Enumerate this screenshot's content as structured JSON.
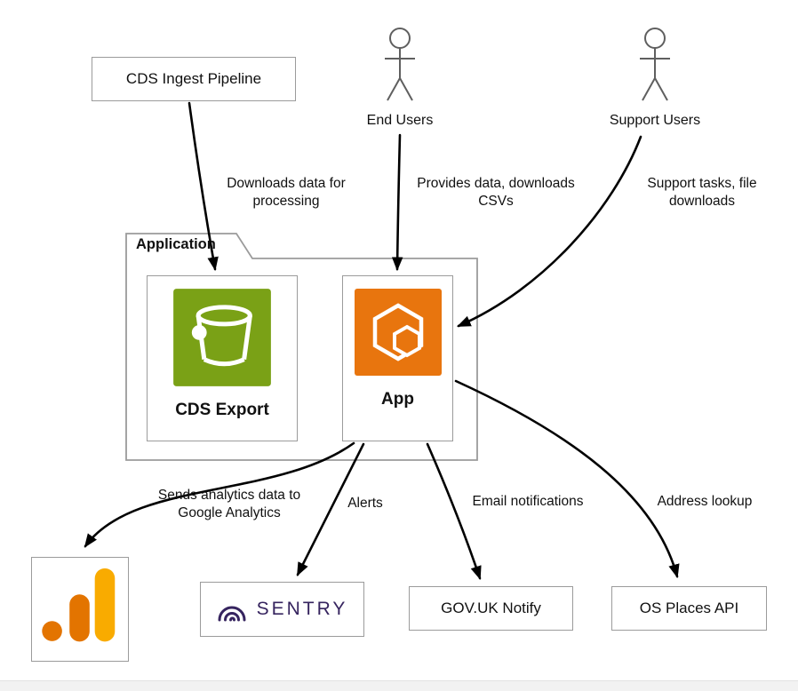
{
  "nodes": {
    "cds_ingest_pipeline": {
      "label": "CDS Ingest Pipeline"
    },
    "end_users": {
      "label": "End Users"
    },
    "support_users": {
      "label": "Support Users"
    },
    "application": {
      "label": "Application"
    },
    "cds_export": {
      "label": "CDS Export"
    },
    "app": {
      "label": "App"
    },
    "google_analytics": {
      "label": "google-analytics-logo"
    },
    "sentry": {
      "label": "SENTRY"
    },
    "govuk_notify": {
      "label": "GOV.UK Notify"
    },
    "os_places_api": {
      "label": "OS Places API"
    }
  },
  "edges": [
    {
      "id": "ingest-to-cds-export",
      "label": "Downloads data for processing"
    },
    {
      "id": "end-users-to-app",
      "label": "Provides data, downloads CSVs"
    },
    {
      "id": "support-users-to-app",
      "label": "Support tasks, file downloads"
    },
    {
      "id": "app-to-google-analytics",
      "label": "Sends analytics data to Google Analytics"
    },
    {
      "id": "app-to-sentry",
      "label": "Alerts"
    },
    {
      "id": "app-to-notify",
      "label": "Email notifications"
    },
    {
      "id": "app-to-os-places",
      "label": "Address lookup"
    }
  ],
  "colors": {
    "s3_green": "#7AA116",
    "ecs_orange": "#E8750E",
    "sentry_purple": "#36245F",
    "ga_dark_orange": "#E37400",
    "ga_amber": "#F9AB00",
    "box_border": "#9b9b9b",
    "arrow": "#000000",
    "actor_gray": "#5f5f5f"
  }
}
